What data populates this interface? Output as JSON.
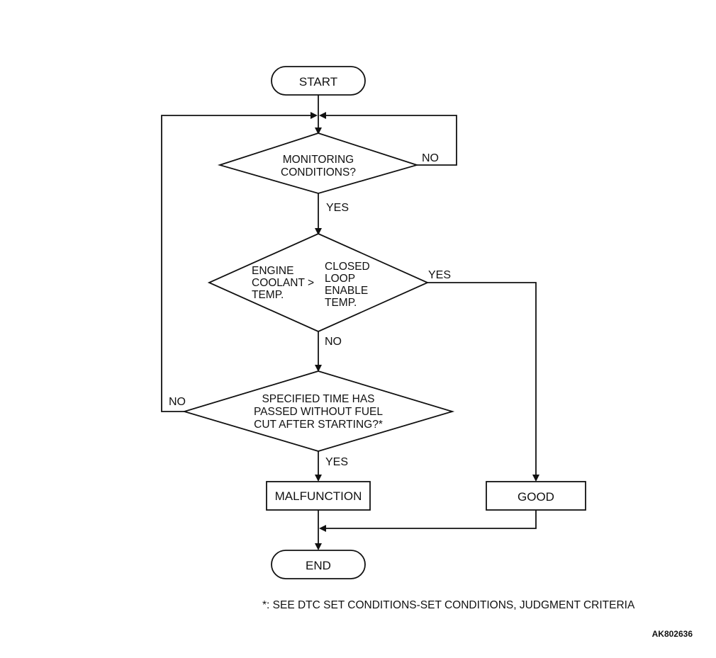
{
  "flowchart": {
    "start": "START",
    "end": "END",
    "decision_monitoring": {
      "lines": [
        "MONITORING",
        "CONDITIONS?"
      ],
      "no_label": "NO",
      "yes_label": "YES"
    },
    "decision_coolant": {
      "left_lines": [
        "ENGINE",
        "COOLANT >",
        "TEMP."
      ],
      "right_lines": [
        "CLOSED",
        "LOOP",
        "ENABLE",
        "TEMP."
      ],
      "yes_label": "YES",
      "no_label": "NO"
    },
    "decision_time": {
      "lines": [
        "SPECIFIED TIME HAS",
        "PASSED WITHOUT FUEL",
        "CUT AFTER STARTING?*"
      ],
      "no_label": "NO",
      "yes_label": "YES"
    },
    "malfunction": "MALFUNCTION",
    "good": "GOOD"
  },
  "footnote": "*: SEE DTC SET CONDITIONS-SET CONDITIONS, JUDGMENT CRITERIA",
  "figure_code": "AK802636"
}
